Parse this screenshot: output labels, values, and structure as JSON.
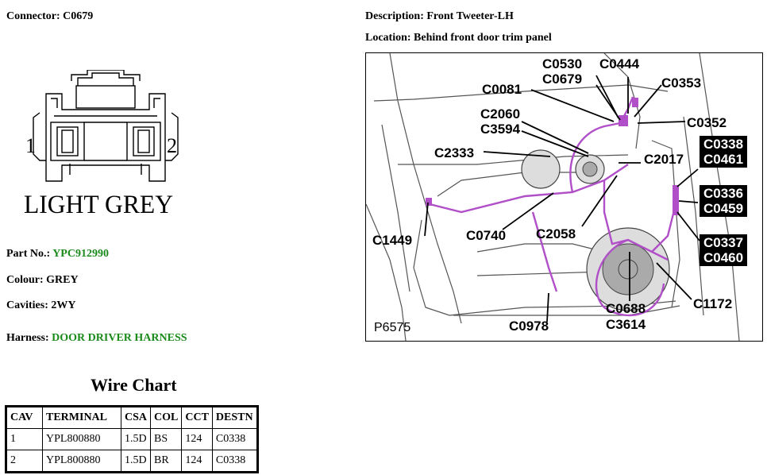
{
  "header": {
    "connector": "Connector: C0679",
    "description": "Description: Front Tweeter-LH",
    "location": "Location: Behind front door trim panel"
  },
  "connector_drawing": {
    "pin_left": "1",
    "pin_right": "2",
    "colour_caption": "LIGHT GREY"
  },
  "details": {
    "part_no_label": "Part No.: ",
    "part_no_value": "YPC912990",
    "colour": "Colour: GREY",
    "cavities": "Cavities: 2WY",
    "harness_label": "Harness: ",
    "harness_value": "DOOR DRIVER HARNESS",
    "link_color": "#1a8a1a"
  },
  "wire_chart": {
    "title": "Wire Chart",
    "columns": [
      "CAV",
      "TERMINAL",
      "CSA",
      "COL",
      "CCT",
      "DESTN"
    ],
    "rows": [
      [
        "1",
        "YPL800880",
        "1.5D",
        "BS",
        "124",
        "C0338"
      ],
      [
        "2",
        "YPL800880",
        "1.5D",
        "BR",
        "124",
        "C0338"
      ]
    ]
  },
  "photo": {
    "image_ref": "P6575",
    "callouts": {
      "c0530": "C0530",
      "c0679": "C0679",
      "c0444": "C0444",
      "c0081": "C0081",
      "c0353": "C0353",
      "c2060": "C2060",
      "c3594": "C3594",
      "c0352": "C0352",
      "c2333": "C2333",
      "c2017": "C2017",
      "c0338": "C0338",
      "c0461": "C0461",
      "c0336": "C0336",
      "c0459": "C0459",
      "c1449": "C1449",
      "c0740": "C0740",
      "c2058": "C2058",
      "c0337": "C0337",
      "c0460": "C0460",
      "c0688": "C0688",
      "c3614": "C3614",
      "c1172": "C1172",
      "c0978": "C0978"
    },
    "harness_color": "#b04fc8"
  }
}
